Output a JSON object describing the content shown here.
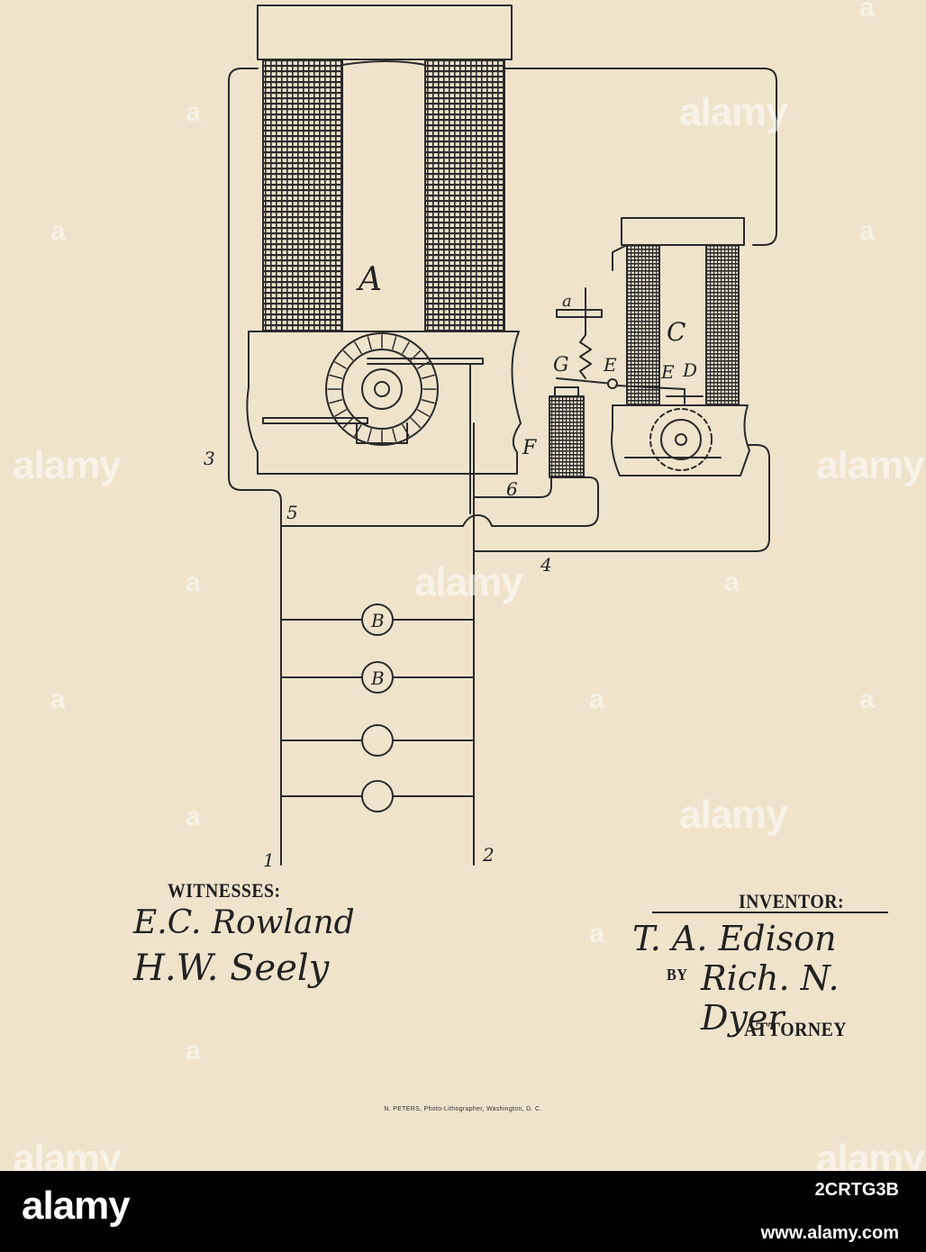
{
  "drawing": {
    "labels": {
      "A": "A",
      "B1": "B",
      "B2": "B",
      "C": "C",
      "D": "D",
      "E1": "E",
      "E2": "E",
      "F": "F",
      "G": "G",
      "a": "a",
      "w1": "1",
      "w2": "2",
      "w3": "3",
      "w4": "4",
      "w5": "5",
      "w6": "6"
    }
  },
  "witnesses": {
    "heading": "WITNESSES:",
    "signature_1": "E.C. Rowland",
    "signature_2": "H.W. Seely"
  },
  "inventor": {
    "heading": "INVENTOR:",
    "signature": "T. A. Edison",
    "by_label": "BY",
    "attorney_signature": "Rich. N. Dyer",
    "attorney_label": "ATTORNEY"
  },
  "printer_credit": "N. PETERS, Photo-Lithographer, Washington, D. C.",
  "watermark": {
    "text": "alamy",
    "small_mark": "a"
  },
  "footer": {
    "logo": "alamy",
    "image_id": "2CRTG3B",
    "url": "www.alamy.com"
  }
}
